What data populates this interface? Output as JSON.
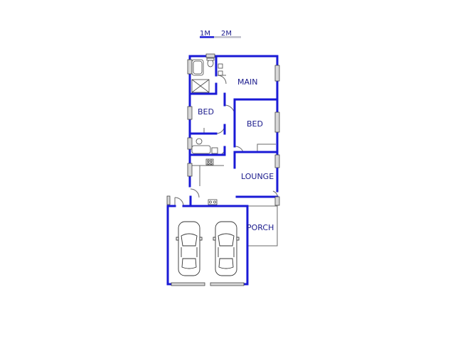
{
  "scale_bar": {
    "label_1m": "1M",
    "label_2m": "2M"
  },
  "rooms": {
    "main": "MAIN",
    "bed_1": "BED",
    "bed_2": "BED",
    "lounge": "LOUNGE",
    "porch": "PORCH"
  },
  "colors": {
    "wall": "#1a1ad6",
    "label": "#1a1a8c",
    "thin_line": "#6a6a6a",
    "fixture": "#444444",
    "window_fill": "#d8d8d8",
    "scale_light": "#bdbdc8"
  }
}
